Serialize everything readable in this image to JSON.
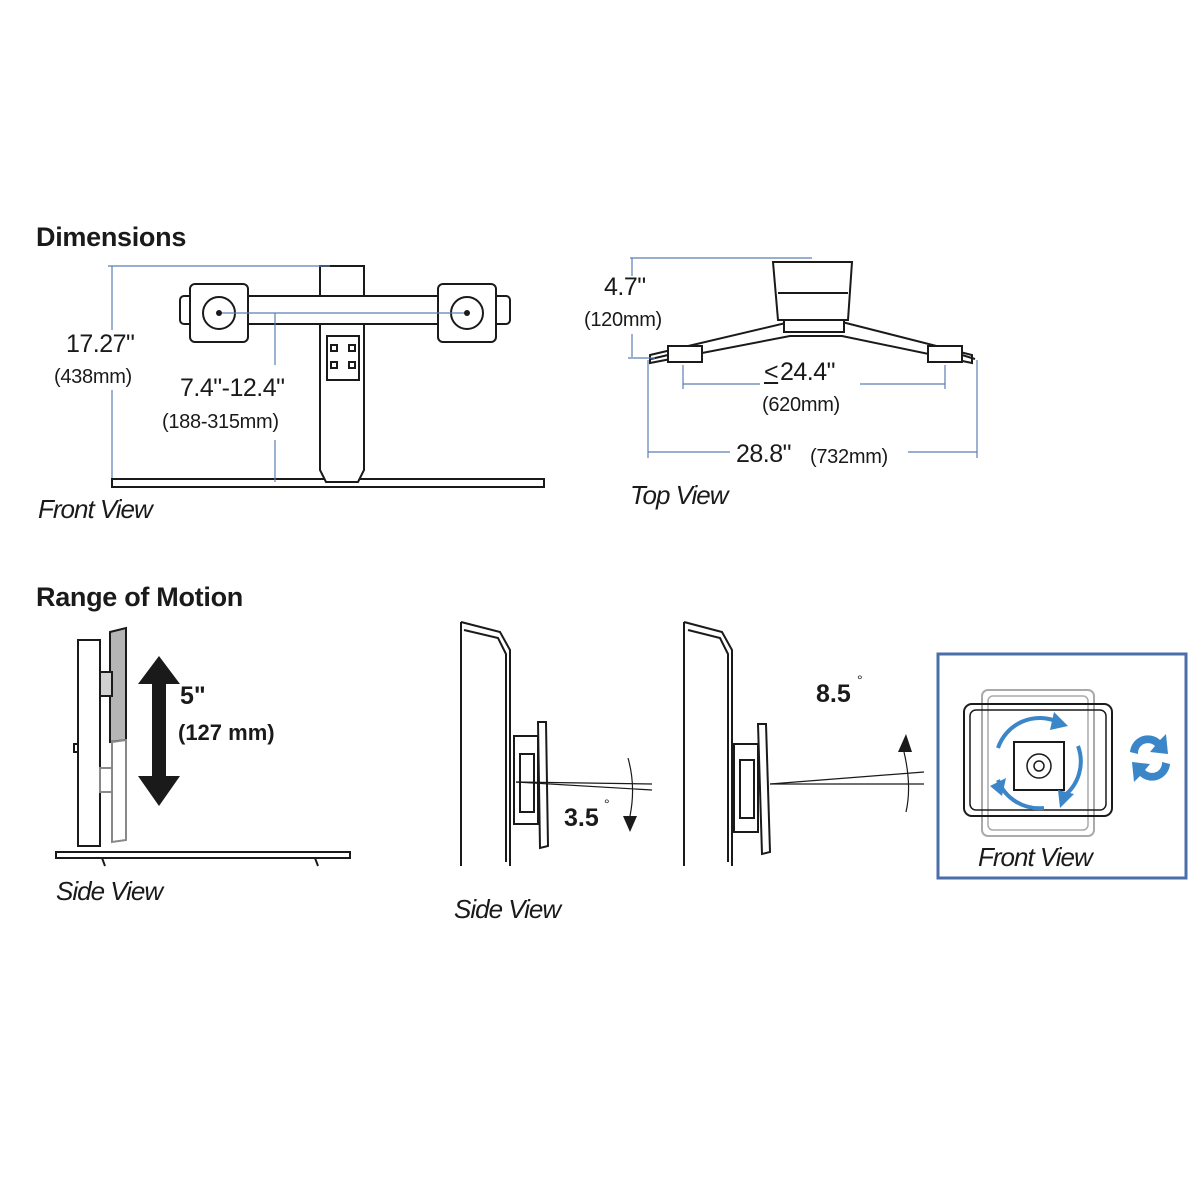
{
  "sections": {
    "dimensions": "Dimensions",
    "range_of_motion": "Range of Motion"
  },
  "front_view": {
    "height_in": "17.27\"",
    "height_mm": "(438mm)",
    "spacing_in": "7.4\"-12.4\"",
    "spacing_mm": "(188-315mm)",
    "label": "Front View"
  },
  "top_view": {
    "depth_in": "4.7\"",
    "depth_mm": "(120mm)",
    "span_symbol": "<",
    "span_in": " 24.4\"",
    "span_mm": "(620mm)",
    "width_in": "28.8\"",
    "width_mm": "(732mm)",
    "label": "Top View"
  },
  "motion": {
    "lift_in": "5\"",
    "lift_mm": "(127 mm)",
    "side_view_label_1": "Side View",
    "tilt_down": "3.5",
    "tilt_up": "8.5",
    "degree": "°",
    "side_view_label_2": "Side View",
    "front_view_label": "Front View"
  },
  "colors": {
    "dimension_line": "#5b7fb5",
    "rotation_arrow": "#3a86c8",
    "frame_border": "#4a6ea8"
  },
  "icons": [
    "rotate-icon",
    "arrow-up-down-icon",
    "tilt-arrow-icon"
  ]
}
